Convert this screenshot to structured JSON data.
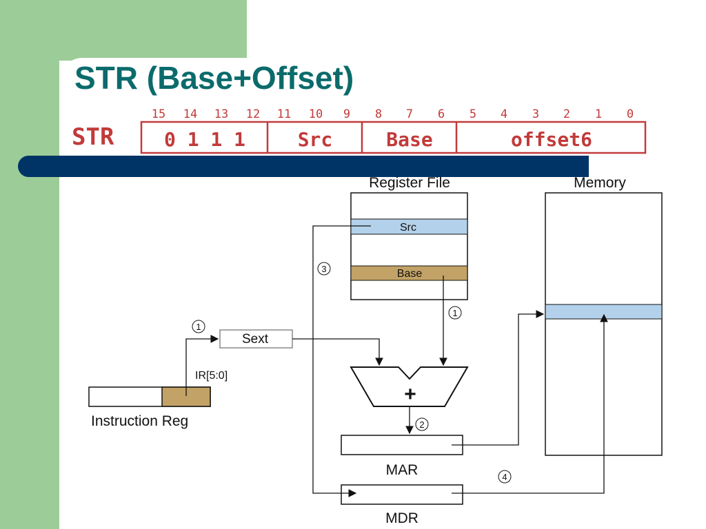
{
  "slide": {
    "title": "STR (Base+Offset)"
  },
  "encoding": {
    "opcode_name": "STR",
    "bit_numbers": [
      "15",
      "14",
      "13",
      "12",
      "11",
      "10",
      "9",
      "8",
      "7",
      "6",
      "5",
      "4",
      "3",
      "2",
      "1",
      "0"
    ],
    "fields": [
      {
        "label": "0 1 1 1"
      },
      {
        "label": "Src"
      },
      {
        "label": "Base"
      },
      {
        "label": "offset6"
      }
    ]
  },
  "diagram": {
    "register_file_label": "Register File",
    "memory_label": "Memory",
    "src_reg_label": "Src",
    "base_reg_label": "Base",
    "sext_label": "Sext",
    "ir_field_label": "IR[5:0]",
    "instruction_reg_label": "Instruction Reg",
    "adder_symbol": "+",
    "mar_label": "MAR",
    "mdr_label": "MDR",
    "steps": {
      "step1_sext": "1",
      "step1_base": "1",
      "step2": "2",
      "step3": "3",
      "step4": "4"
    }
  },
  "colors": {
    "green": "#9ccc98",
    "navy": "#003366",
    "title_teal": "#0b6b6b",
    "encoding_red": "#c23a3a",
    "src_blue": "#b3d1ea",
    "base_tan": "#c2a266"
  }
}
